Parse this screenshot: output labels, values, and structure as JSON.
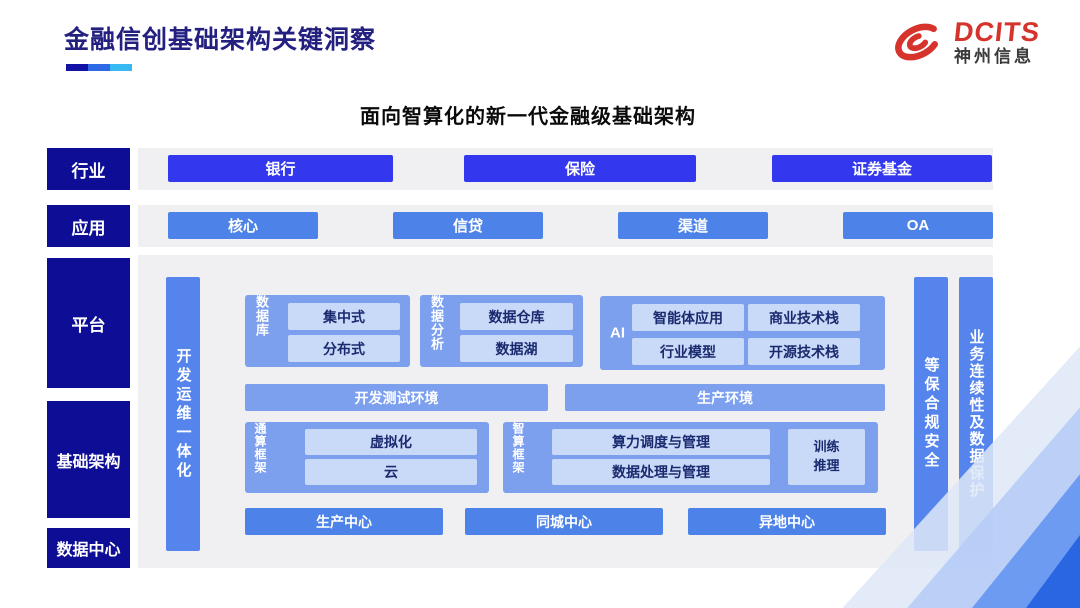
{
  "header": {
    "title": "金融信创基础架构关键洞察",
    "logo_brand": "DCITS",
    "logo_company": "神州信息"
  },
  "diagram": {
    "title": "面向智算化的新一代金融级基础架构",
    "row_industry": {
      "label": "行业",
      "items": [
        "银行",
        "保险",
        "证券基金"
      ]
    },
    "row_application": {
      "label": "应用",
      "items": [
        "核心",
        "信贷",
        "渠道",
        "OA"
      ]
    },
    "side_platform": "平台",
    "side_infrastructure": "基础架构",
    "side_datacenter": "数据中心",
    "devops_bar": "开发运维一体化",
    "database_group": {
      "label": "数据库",
      "items": [
        "集中式",
        "分布式"
      ]
    },
    "analytics_group": {
      "label": "数据分析",
      "items": [
        "数据仓库",
        "数据湖"
      ]
    },
    "ai_group": {
      "label": "AI",
      "items": [
        "智能体应用",
        "商业技术栈",
        "行业模型",
        "开源技术栈"
      ]
    },
    "env_dev": "开发测试环境",
    "env_prod": "生产环境",
    "general_compute_group": {
      "label": "通算框架",
      "items": [
        "虚拟化",
        "云"
      ]
    },
    "intelligent_compute_group": {
      "label": "智算框架",
      "items": [
        "算力调度与管理",
        "数据处理与管理"
      ],
      "side_box": "训练\n推理"
    },
    "centers": [
      "生产中心",
      "同城中心",
      "异地中心"
    ],
    "right_bar_security": "等保合规安全",
    "right_bar_continuity": "业务连续性及数据保护"
  },
  "colors": {
    "sidebar_navy": "#0D0D96",
    "industry_blue": "#3338EE",
    "application_blue": "#4D82E8",
    "vertical_bar_blue": "#5585EC",
    "group_blue": "#7C9FEE",
    "chip_light_blue": "#C9D9F8",
    "chip_text_navy": "#1A2A6E",
    "panel_gray": "#F0F0F2",
    "title_navy": "#232080",
    "brand_red": "#D6332C",
    "underline": [
      "#1212A6",
      "#2E6AE6",
      "#38B9F2"
    ]
  }
}
